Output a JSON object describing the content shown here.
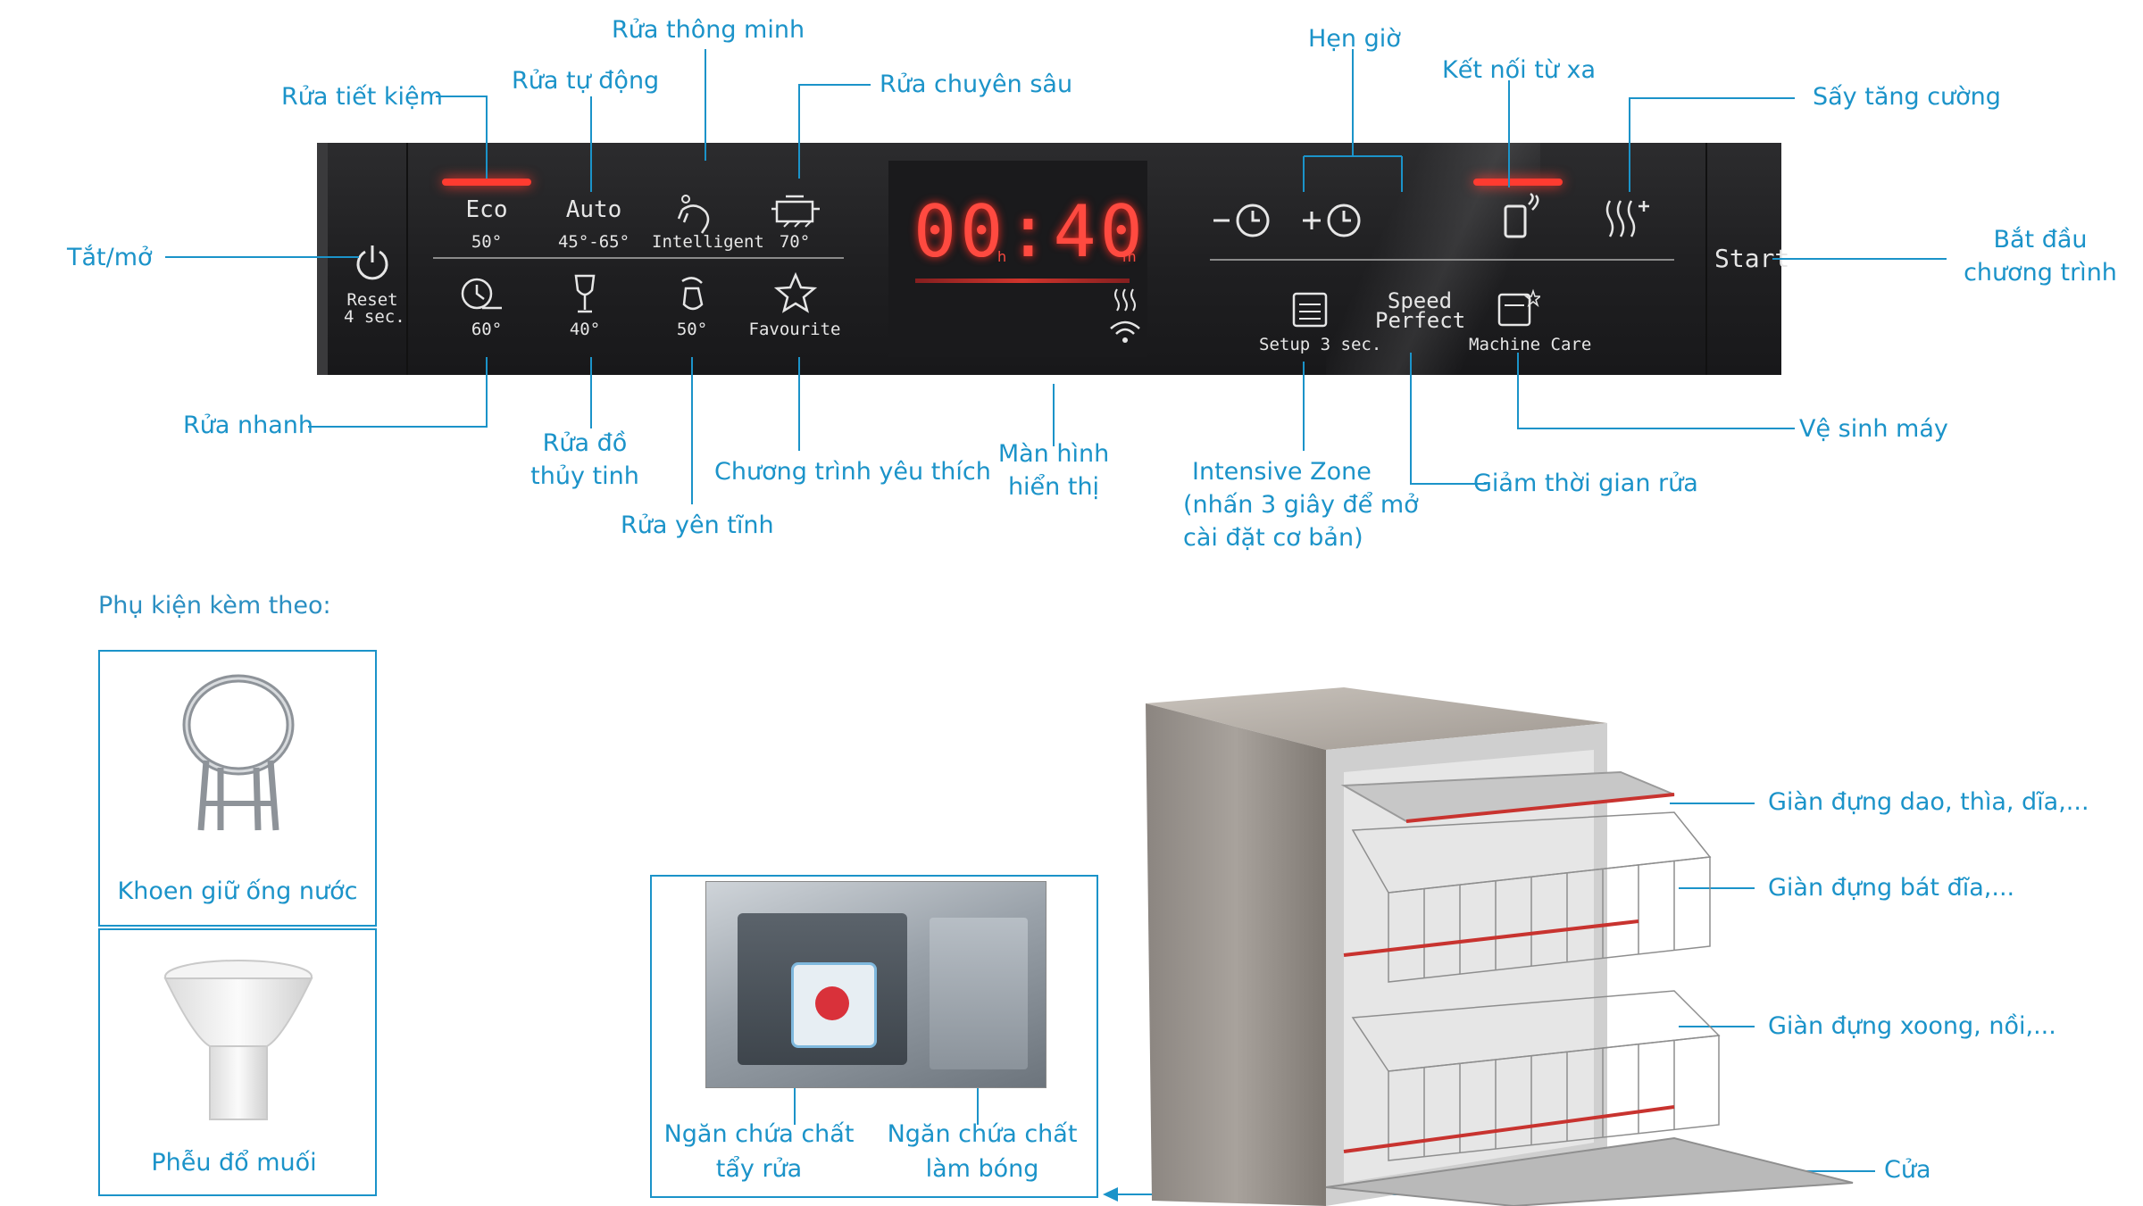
{
  "panel": {
    "eco": "Eco",
    "eco_temp": "50°",
    "auto": "Auto",
    "auto_temp": "45°-65°",
    "intelligent": "Intelligent",
    "intensive_temp": "70°",
    "quick_temp": "60°",
    "glass_temp": "40°",
    "silence_temp": "50°",
    "favourite": "Favourite",
    "reset": "Reset",
    "reset_time": "4 sec.",
    "display_time": "00:40",
    "display_h": "h",
    "display_m": "m",
    "setup": "Setup 3 sec.",
    "speed": "Speed",
    "perfect": "Perfect",
    "machine_care": "Machine Care",
    "start": "Start"
  },
  "labels": {
    "power": "Tắt/mở",
    "eco": "Rửa tiết kiệm",
    "auto": "Rửa tự động",
    "intelligent": "Rửa thông minh",
    "intensive": "Rửa chuyên sâu",
    "timer": "Hẹn giờ",
    "remote": "Kết nối từ xa",
    "extra_dry": "Sấy tăng cường",
    "start_1": "Bắt đầu",
    "start_2": "chương trình",
    "quick": "Rửa nhanh",
    "glass_1": "Rửa đồ",
    "glass_2": "thủy tinh",
    "silence": "Rửa yên tĩnh",
    "favourite": "Chương trình yêu thích",
    "display_1": "Màn hình",
    "display_2": "hiển thị",
    "intensive_zone_1": "Intensive Zone",
    "intensive_zone_2": "(nhấn 3 giây để mở",
    "intensive_zone_3": "cài đặt cơ bản)",
    "speed_perfect": "Giảm thời gian rửa",
    "machine_care": "Vệ sinh máy"
  },
  "accessories": {
    "title": "Phụ kiện kèm theo:",
    "item_1": "Khoen giữ ống nước",
    "item_2": "Phễu đổ muối"
  },
  "dispenser": {
    "detergent_1": "Ngăn chứa chất",
    "detergent_2": "tẩy rửa",
    "rinse_1": "Ngăn chứa chất",
    "rinse_2": "làm bóng"
  },
  "machine": {
    "cutlery": "Giàn đựng dao, thìa, dĩa,...",
    "upper": "Giàn đựng bát đĩa,...",
    "lower": "Giàn đựng xoong, nồi,...",
    "door": "Cửa"
  },
  "colors": {
    "accent": "#1b93c9",
    "panel": "#232325",
    "led_red": "#ff3b30"
  }
}
